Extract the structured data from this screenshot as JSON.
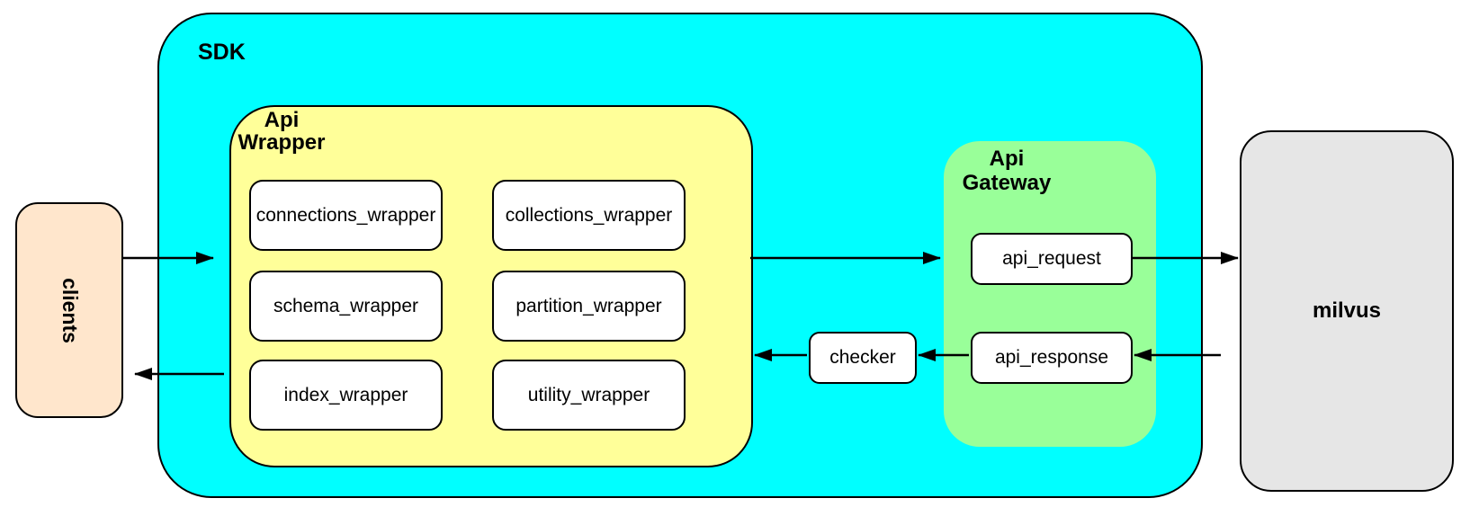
{
  "clients": {
    "label": "clients"
  },
  "sdk": {
    "label": "SDK",
    "api_wrapper": {
      "label": "Api Wrapper",
      "modules": [
        "connections_wrapper",
        "collections_wrapper",
        "schema_wrapper",
        "partition_wrapper",
        "index_wrapper",
        "utility_wrapper"
      ]
    },
    "checker": {
      "label": "checker"
    },
    "api_gateway": {
      "label": "Api Gateway",
      "request": {
        "label": "api_request"
      },
      "response": {
        "label": "api_response"
      }
    }
  },
  "milvus": {
    "label": "milvus"
  },
  "edges": [
    {
      "from": "clients",
      "to": "sdk"
    },
    {
      "from": "api_wrapper",
      "to": "api_request"
    },
    {
      "from": "api_request",
      "to": "milvus"
    },
    {
      "from": "milvus",
      "to": "api_response"
    },
    {
      "from": "api_response",
      "to": "checker"
    },
    {
      "from": "checker",
      "to": "api_wrapper"
    },
    {
      "from": "api_wrapper",
      "to": "clients"
    }
  ],
  "colors": {
    "sdk_fill": "#00ffff",
    "api_wrapper_fill": "#ffff99",
    "api_gateway_fill": "#99ff99",
    "clients_fill": "#ffe6cc",
    "milvus_fill": "#e6e6e6",
    "node_fill": "#ffffff",
    "stroke": "#000000"
  }
}
